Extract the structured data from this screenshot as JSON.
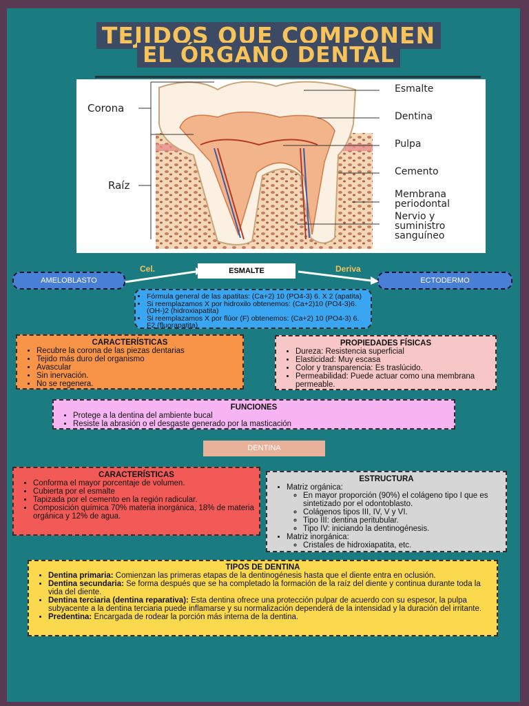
{
  "title": {
    "line1": "TEJIDOS QUE COMPONEN",
    "line2": "EL ÓRGANO DENTAL"
  },
  "diagram": {
    "left_labels": [
      "Corona",
      "Raíz"
    ],
    "right_labels": [
      "Esmalte",
      "Dentina",
      "Pulpa",
      "Cemento",
      "Membrana periodontal",
      "Nervio y suministro sanguíneo"
    ]
  },
  "flow": {
    "left_pill": "AMELOBLASTO",
    "center_box": "ESMALTE",
    "right_pill": "ECTODERMO",
    "left_arrow_label": "Cel.",
    "right_arrow_label": "Deriva",
    "formulas": [
      "Fórmula general de las apatitas: (Ca+2) 10 (PO4-3) 6. X 2 (apatita)",
      "Si reemplazamos X por hidroxilo obtenemos: (Ca+2)10 (PO4-3)6. (OH-)2 (hidroxiapatita)",
      "Si reemplazamos X por flúor (F) obtenemos: (Ca+2) 10 (PO4-3) 6. F2 (fluorapatita)"
    ]
  },
  "esmalte_caracteristicas": {
    "title": "CARACTERÍSTICAS",
    "items": [
      "Recubre la corona de las piezas dentarias",
      "Tejido más duro del organismo",
      "Avascular",
      "Sin inervación.",
      "No se regenera."
    ]
  },
  "propiedades": {
    "title": "PROPIEDADES FÍSICAS",
    "items": [
      "Dureza: Resistencia superficial",
      "Elasticidad: Muy escasa",
      "Color y transparencia: Es traslúcido.",
      "Permeabilidad: Puede actuar como una membrana permeable."
    ]
  },
  "funciones": {
    "title": "FUNCIONES",
    "items": [
      "Protege a la dentina del ambiente bucal",
      "Resiste la abrasión o el desgaste generado por la masticación"
    ]
  },
  "dentina_label": "DENTINA",
  "dentina_caracteristicas": {
    "title": "CARACTERÍSTICAS",
    "items": [
      " Conforma el mayor porcentaje de volumen.",
      "Cubierta por el esmalte",
      "Tapizada por el cemento en la región radicular.",
      "Composición química 70% materia inorgánica, 18% de materia orgánica y 12% de agua."
    ]
  },
  "estructura": {
    "title": "ESTRUCTURA",
    "organica_label": "Matriz orgánica:",
    "organica_items": [
      "En mayor proporción (90%) el colágeno tipo I que es sintetizado por el odontoblasto.",
      "Colágenos tipos III, IV, V y VI.",
      "Tipo III: dentina peritubular.",
      "Tipo IV: iniciando la dentinogénesis."
    ],
    "inorganica_label": "Matriz inorgánica:",
    "inorganica_items": [
      "Cristales de hidroxiapatita, etc."
    ]
  },
  "tipos": {
    "title": "TIPOS DE DENTINA",
    "items": [
      {
        "term": "Dentina primaria:",
        "text": " Comienzan las primeras etapas de la dentinogénesis hasta que el diente entra en oclusión."
      },
      {
        "term": "Dentina secundaria:",
        "text": " Se forma después que se ha completado la formación de la raíz del diente y continua durante toda la vida del diente."
      },
      {
        "term": "Dentina terciaria (dentina reparativa):",
        "text": "  Esta dentina ofrece una protección pulpar de acuerdo con su espesor, la pulpa subyacente a la dentina terciaria puede inflamarse y su normalización dependerá de la intensidad y la duración del irritante."
      },
      {
        "term": "Predentina:",
        "text": " Encargada de rodear la porción más interna de la dentina."
      }
    ]
  },
  "colors": {
    "background": "#1a7c80",
    "title": "#f7c35a",
    "orange": "#f79447",
    "pink": "#f7c6c6",
    "lilac": "#f6b5f2",
    "red": "#f25a57",
    "grey": "#d6d6d6",
    "yellow": "#fbd94e",
    "blue": "#3aa6f2"
  }
}
